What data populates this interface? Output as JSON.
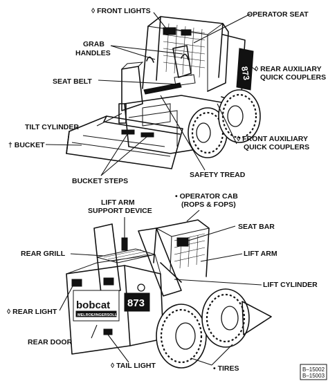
{
  "top_labels": {
    "front_lights": "◊ FRONT LIGHTS",
    "operator_seat": "OPERATOR SEAT",
    "grab_handles_1": "GRAB",
    "grab_handles_2": "HANDLES",
    "rear_aux_1": "◊ REAR AUXILIARY",
    "rear_aux_2": "QUICK COUPLERS",
    "seat_belt": "SEAT BELT",
    "tilt_cylinder": "TILT CYLINDER",
    "front_aux_1": "◊ FRONT AUXILIARY",
    "front_aux_2": "QUICK COUPLERS",
    "bucket": "† BUCKET",
    "safety_tread": "SAFETY TREAD",
    "bucket_steps": "BUCKET STEPS"
  },
  "bottom_labels": {
    "lift_arm_support_1": "LIFT ARM",
    "lift_arm_support_2": "SUPPORT DEVICE",
    "operator_cab_1": "• OPERATOR CAB",
    "operator_cab_2": "(ROPS & FOPS)",
    "seat_bar": "SEAT BAR",
    "rear_grill": "REAR GRILL",
    "lift_arm": "LIFT ARM",
    "lift_cylinder": "LIFT CYLINDER",
    "rear_light": "◊ REAR LIGHT",
    "rear_door": "REAR DOOR",
    "tail_light": "◊ TAIL LIGHT",
    "tires": "• TIRES"
  },
  "machine": {
    "model_number": "873",
    "brand": "bobcat",
    "brand_sub": "MELROE/INGERSOLL"
  },
  "figure_ids": [
    "B–15002",
    "B–15003"
  ]
}
